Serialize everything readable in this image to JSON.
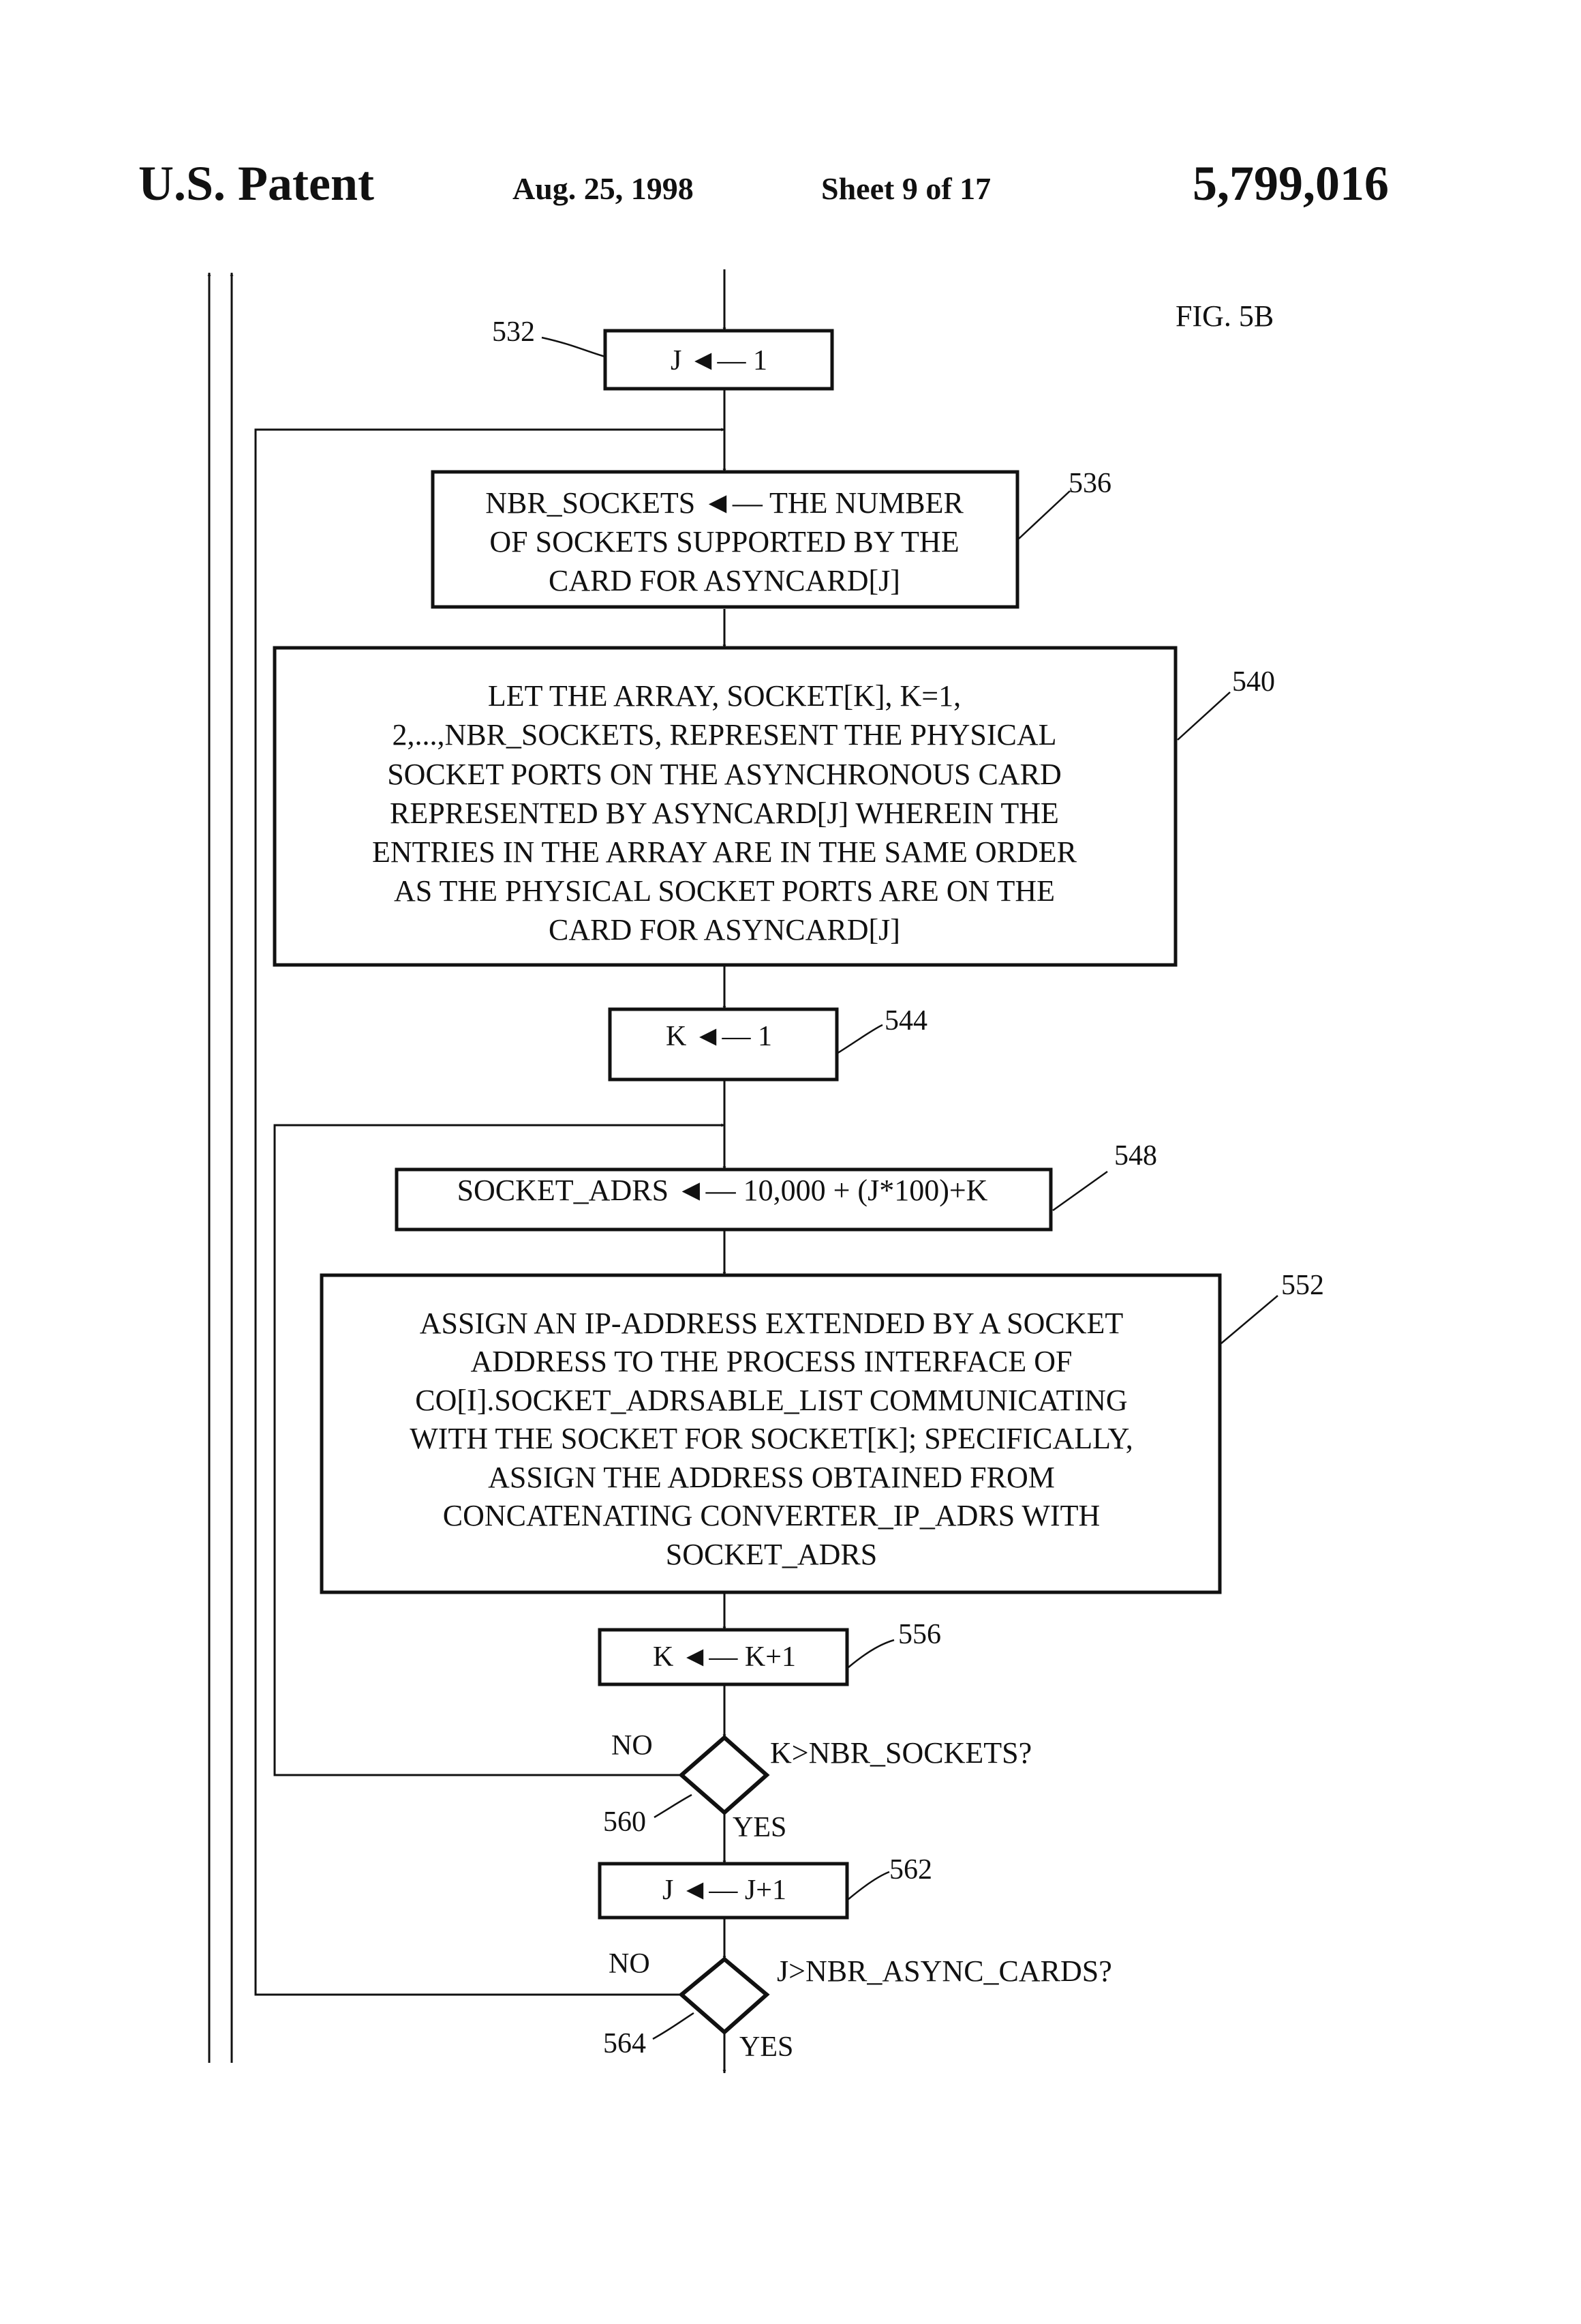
{
  "header": {
    "left": "U.S. Patent",
    "date": "Aug. 25, 1998",
    "sheet": "Sheet 9 of 17",
    "number": "5,799,016"
  },
  "figure_label": "FIG. 5B",
  "steps": {
    "s532": {
      "ref": "532",
      "text": "J ◄— 1"
    },
    "s536": {
      "ref": "536",
      "lines": [
        "NBR_SOCKETS ◄— THE NUMBER",
        "OF SOCKETS SUPPORTED BY THE",
        "CARD FOR ASYNCARD[J]"
      ]
    },
    "s540": {
      "ref": "540",
      "lines": [
        "LET THE ARRAY, SOCKET[K], K=1,",
        "2,...,NBR_SOCKETS, REPRESENT THE PHYSICAL",
        "SOCKET PORTS ON THE ASYNCHRONOUS CARD",
        "REPRESENTED BY ASYNCARD[J] WHEREIN THE",
        "ENTRIES IN THE ARRAY ARE IN THE SAME ORDER",
        "AS THE PHYSICAL SOCKET PORTS ARE ON THE",
        "CARD FOR ASYNCARD[J]"
      ]
    },
    "s544": {
      "ref": "544",
      "text": "K ◄— 1"
    },
    "s548": {
      "ref": "548",
      "text": "SOCKET_ADRS ◄— 10,000 + (J*100)+K"
    },
    "s552": {
      "ref": "552",
      "lines": [
        "ASSIGN AN IP-ADDRESS EXTENDED BY A SOCKET",
        "ADDRESS TO THE PROCESS INTERFACE OF",
        "CO[I].SOCKET_ADRSABLE_LIST COMMUNICATING",
        "WITH THE SOCKET FOR SOCKET[K]; SPECIFICALLY,",
        "ASSIGN THE ADDRESS OBTAINED FROM",
        "CONCATENATING CONVERTER_IP_ADRS WITH",
        "SOCKET_ADRS"
      ]
    },
    "s556": {
      "ref": "556",
      "text": "K ◄— K+1"
    },
    "d560": {
      "ref": "560",
      "question": "K>NBR_SOCKETS?",
      "no": "NO",
      "yes": "YES"
    },
    "s562": {
      "ref": "562",
      "text": "J ◄— J+1"
    },
    "d564": {
      "ref": "564",
      "question": "J>NBR_ASYNC_CARDS?",
      "no": "NO",
      "yes": "YES"
    }
  }
}
